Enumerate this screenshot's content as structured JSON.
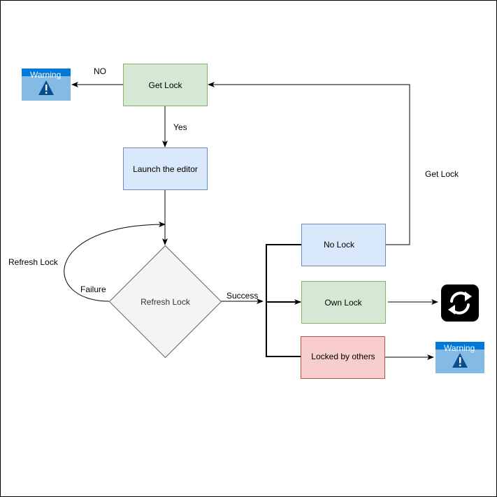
{
  "nodes": {
    "get_lock": "Get Lock",
    "launch_editor": "Launch the editor",
    "refresh_lock": "Refresh Lock",
    "no_lock": "No Lock",
    "own_lock": "Own Lock",
    "locked_by_others": "Locked by others"
  },
  "edges": {
    "no": "NO",
    "yes": "Yes",
    "refresh_loop": "Refresh Lock",
    "failure": "Failure",
    "success": "Success",
    "get_lock_retry": "Get Lock"
  },
  "warnings": {
    "top": "Warning",
    "bottom": "Warning"
  },
  "icons": {
    "warning": "warning-icon",
    "refresh": "refresh-icon"
  },
  "colors": {
    "green_fill": "#d5e8d4",
    "green_stroke": "#82b366",
    "blue_fill": "#dae8fc",
    "blue_stroke": "#6c8ebf",
    "red_fill": "#f8cecc",
    "red_stroke": "#b85450",
    "gray_fill": "#f5f5f5",
    "gray_stroke": "#666666",
    "warning_header": "#0078d7",
    "warning_body": "#83bbe5"
  }
}
